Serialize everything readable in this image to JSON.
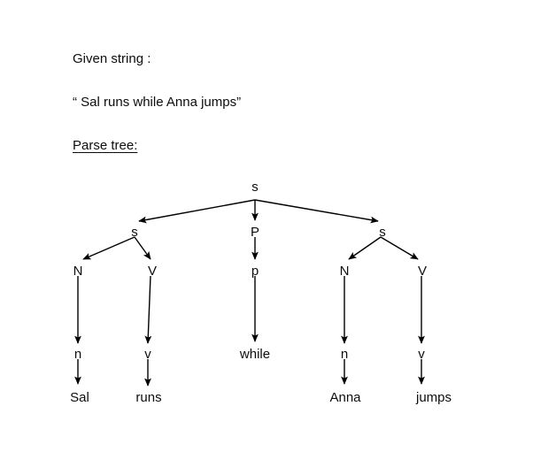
{
  "heading": {
    "given_string_label": "Given string :",
    "given_string_value": "“ Sal runs while Anna jumps”",
    "parse_tree_label": "Parse tree:"
  },
  "tree": {
    "nodes": {
      "root_s": "s",
      "left_s": "s",
      "mid_P": "P",
      "right_s": "s",
      "left_N": "N",
      "left_V": "V",
      "mid_p": "p",
      "right_N": "N",
      "right_V": "V",
      "left_n": "n",
      "left_v": "v",
      "mid_while": "while",
      "right_n": "n",
      "right_v": "v",
      "leaf_sal": "Sal",
      "leaf_runs": "runs",
      "leaf_anna": "Anna",
      "leaf_jumps": "jumps"
    }
  }
}
